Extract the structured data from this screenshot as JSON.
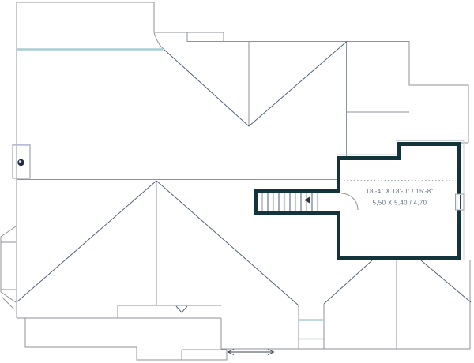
{
  "drawing": {
    "type": "residential roof / second floor plan",
    "room": {
      "dimensions_imperial": "18'-4\" X 18'-0\" / 15'-8\"",
      "dimensions_metric": "5,50 X 5,40 / 4,70"
    },
    "colors": {
      "background": "#ffffff",
      "wall": "#14343c",
      "outline": "#8d929b",
      "hip_line": "#53617c",
      "ridge_accent_teal": "#a8ced3",
      "ridge_accent_teal_dark": "#56868d",
      "chimney_cap": "#b7bedd",
      "dimension_text": "#5d6c7c"
    },
    "icons": {
      "stair_direction_arrow": "arrow pointing left (down-stairs direction)",
      "chimney_flue": "filled circle in chimney box",
      "door_swing": "quarter-circle arc",
      "window_symbol": "double-line break in wall",
      "roof_vent_mark": "V mark on lower eave",
      "eave_double_arrow": "double-headed horizontal arrow"
    }
  }
}
